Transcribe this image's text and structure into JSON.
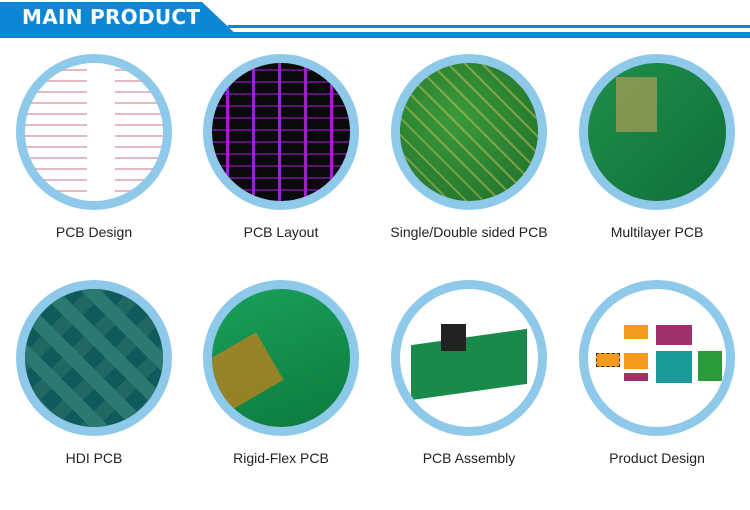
{
  "header": {
    "title": "MAIN PRODUCT",
    "accent_color": "#0d86d3"
  },
  "products": [
    {
      "label": "PCB Design",
      "image": "pcb-design-schematic"
    },
    {
      "label": "PCB Layout",
      "image": "pcb-layout-traces"
    },
    {
      "label": "Single/Double sided PCB",
      "image": "single-double-pcb"
    },
    {
      "label": "Multilayer PCB",
      "image": "multilayer-pcb"
    },
    {
      "label": "HDI PCB",
      "image": "hdi-pcb"
    },
    {
      "label": "Rigid-Flex PCB",
      "image": "rigid-flex-pcb"
    },
    {
      "label": "PCB Assembly",
      "image": "pcb-assembly"
    },
    {
      "label": "Product Design",
      "image": "product-design-block-diagram"
    }
  ],
  "circle_border_color": "#8ec9ea"
}
